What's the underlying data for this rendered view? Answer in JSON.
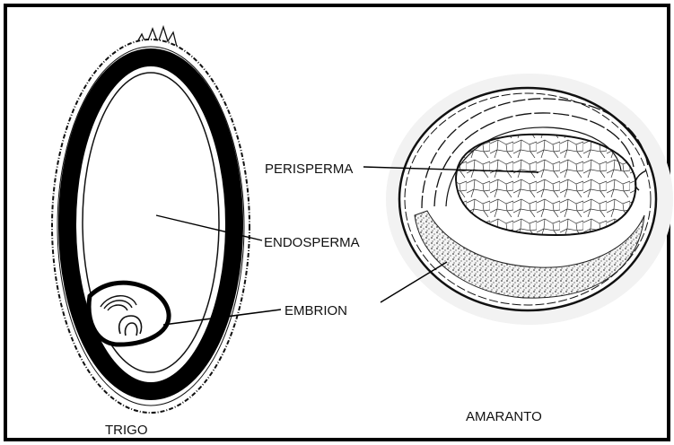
{
  "labels": {
    "perisperma": "PERISPERMA",
    "endosperma": "ENDOSPERMA",
    "embrion": "EMBRION",
    "trigo": "TRIGO",
    "amaranto": "AMARANTO"
  },
  "colors": {
    "ink": "#111111",
    "paper": "#ffffff",
    "frame": "#000000"
  }
}
